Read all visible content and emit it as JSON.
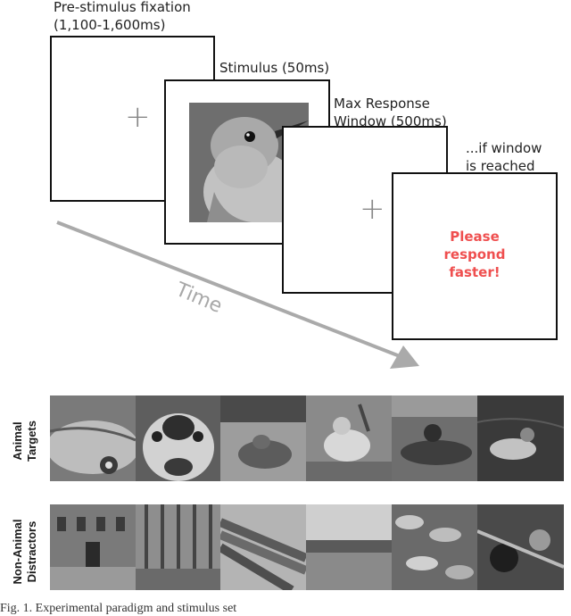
{
  "panel": {
    "labels": {
      "fixation": [
        "Pre-stimulus fixation",
        "(1,100-1,600ms)"
      ],
      "stimulus": "Stimulus (50ms)",
      "response": [
        "Max Response",
        "Window (500ms)"
      ],
      "window_reached": [
        "...if window",
        "is reached"
      ]
    },
    "fixation_symbol": "+",
    "feedback_message": [
      "Please",
      "respond",
      "faster!"
    ],
    "time_label": "Time"
  },
  "image_rows": [
    {
      "label": [
        "Animal",
        "Targets"
      ],
      "items": [
        "fish",
        "dog",
        "tortoise",
        "bird",
        "lizard",
        "duck"
      ]
    },
    {
      "label": [
        "Non-Animal",
        "Distractors"
      ],
      "items": [
        "building",
        "forest",
        "asparagus",
        "lake",
        "plants",
        "mechanical-parts"
      ]
    }
  ],
  "colors": {
    "feedback": "#ef4f4f",
    "arrow": "#aaaaaa",
    "fixation": "#888888"
  },
  "caption_fragment": "Fig. 1. Experimental paradigm and stimulus set"
}
